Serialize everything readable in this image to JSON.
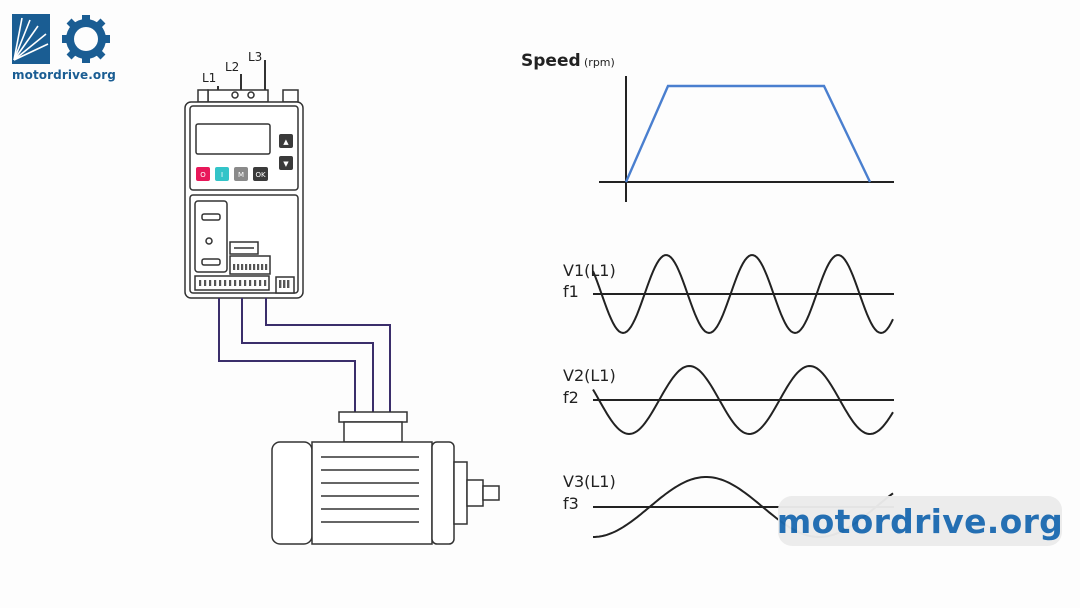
{
  "brand": {
    "logo_text": "motordrive.org",
    "watermark": "motordrive.org",
    "color": "#1a5d93"
  },
  "supply": {
    "lines": [
      "L1",
      "L2",
      "L3"
    ]
  },
  "drive": {
    "keypad": [
      "O",
      "I",
      "M",
      "OK"
    ],
    "arrow_up": "▲",
    "arrow_down": "▼",
    "key_colors": [
      "#e8185a",
      "#33c4c8",
      "#8a8a8a",
      "#3a3a3a"
    ],
    "cable_color": "#3b2e6b"
  },
  "speed_chart": {
    "title": "Speed",
    "unit": "(rpm)",
    "line_color": "#4a7fcf"
  },
  "waveforms": [
    {
      "voltage": "V1(L1)",
      "freq": "f1",
      "cycles": 3.5
    },
    {
      "voltage": "V2(L1)",
      "freq": "f2",
      "cycles": 2.5
    },
    {
      "voltage": "V3(L1)",
      "freq": "f3",
      "cycles": 1.33
    }
  ]
}
